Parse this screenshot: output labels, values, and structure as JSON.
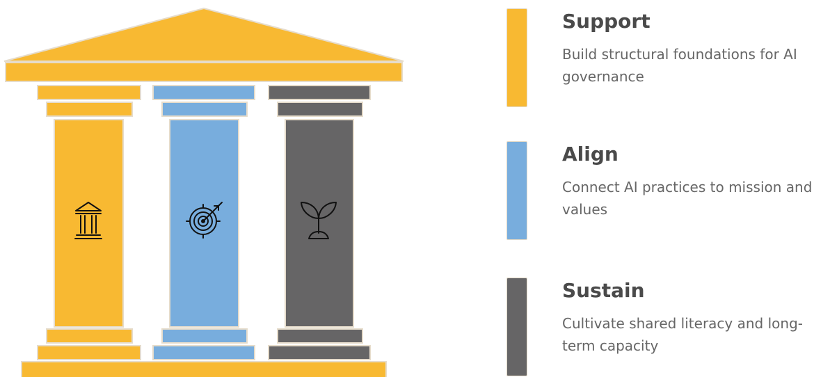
{
  "colors": {
    "gold": "#F8B932",
    "blue": "#78ADDD",
    "gray": "#666566",
    "outline": "#E6DCCB",
    "icon": "#111111"
  },
  "pillars": [
    {
      "key": "support",
      "color": "#F8B932",
      "icon": "bank-icon"
    },
    {
      "key": "align",
      "color": "#78ADDD",
      "icon": "target-arrow-icon"
    },
    {
      "key": "sustain",
      "color": "#666566",
      "icon": "sprout-icon"
    }
  ],
  "legend": [
    {
      "title": "Support",
      "description": "Build structural foundations for AI governance",
      "color": "#F8B932"
    },
    {
      "title": "Align",
      "description": "Connect AI practices to mission and values",
      "color": "#78ADDD"
    },
    {
      "title": "Sustain",
      "description": "Cultivate shared literacy and long-term capacity",
      "color": "#666566"
    }
  ]
}
